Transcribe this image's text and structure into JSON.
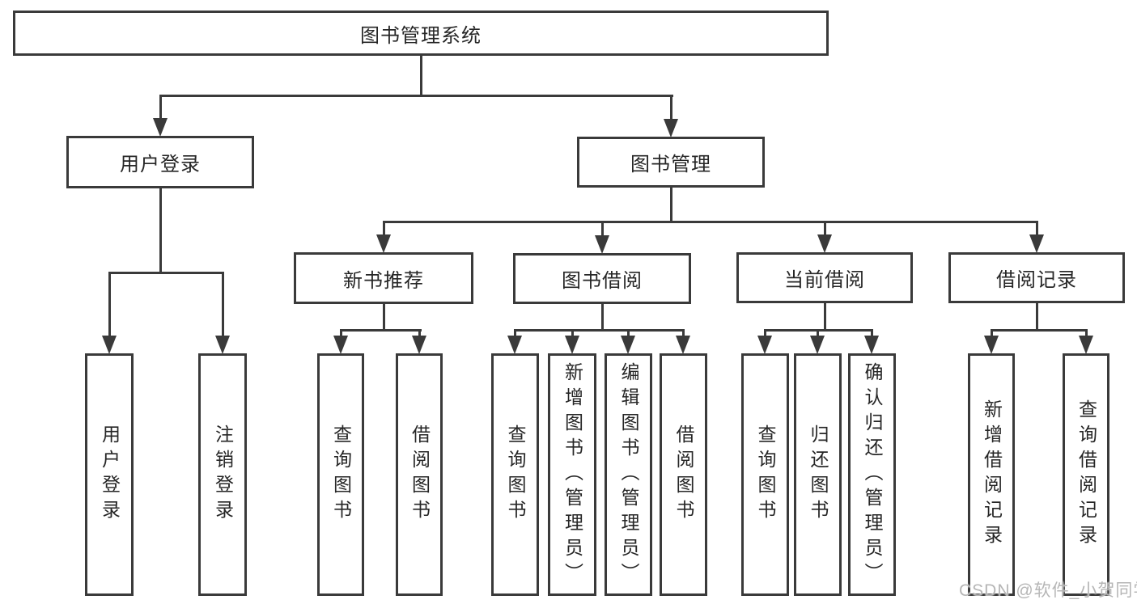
{
  "tree": {
    "label": "图书管理系统",
    "children": [
      {
        "label": "用户登录",
        "children": [
          {
            "label": "用户登录"
          },
          {
            "label": "注销登录"
          }
        ]
      },
      {
        "label": "图书管理",
        "children": [
          {
            "label": "新书推荐",
            "children": [
              {
                "label": "查询图书"
              },
              {
                "label": "借阅图书"
              }
            ]
          },
          {
            "label": "图书借阅",
            "children": [
              {
                "label": "查询图书"
              },
              {
                "label": "新增图书（管理员）"
              },
              {
                "label": "编辑图书（管理员）"
              },
              {
                "label": "借阅图书"
              }
            ]
          },
          {
            "label": "当前借阅",
            "children": [
              {
                "label": "查询图书"
              },
              {
                "label": "归还图书"
              },
              {
                "label": "确认归还（管理员）"
              }
            ]
          },
          {
            "label": "借阅记录",
            "children": [
              {
                "label": "新增借阅记录"
              },
              {
                "label": "查询借阅记录"
              }
            ]
          }
        ]
      }
    ]
  },
  "watermark": "CSDN @软件_小贺同学",
  "colors": {
    "line": "#3a3a3a",
    "text": "#262626",
    "background": "#ffffff",
    "watermark": "#b6b6b6"
  }
}
